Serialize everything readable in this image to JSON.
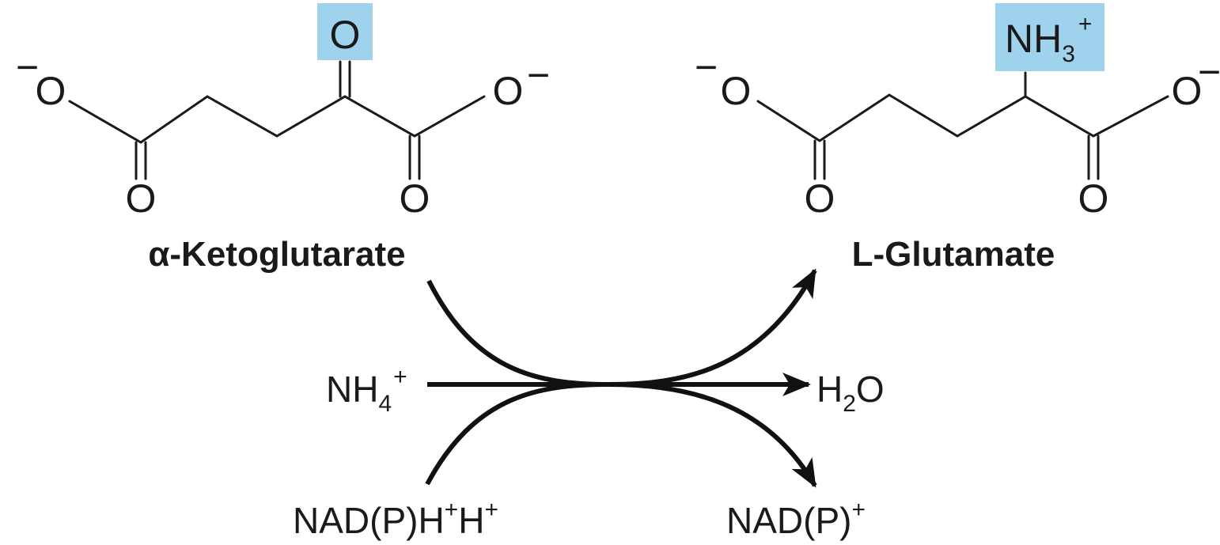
{
  "colors": {
    "highlight": "#9fd2ec",
    "ink": "#1a1a1a"
  },
  "reactant": {
    "name": "α-Ketoglutarate",
    "highlighted_group": "O",
    "left_oxygen": "O",
    "left_charge": "−",
    "right_oxygen": "O",
    "right_charge": "−",
    "carbonyl_left": "O",
    "carbonyl_right": "O"
  },
  "product": {
    "name": "L-Glutamate",
    "highlighted_group": {
      "main": "NH",
      "sub": "3",
      "charge": "+"
    },
    "left_oxygen": "O",
    "left_charge": "−",
    "right_oxygen": "O",
    "right_charge": "−",
    "carbonyl_left": "O",
    "carbonyl_right": "O"
  },
  "inputs": {
    "ammonium": {
      "main": "NH",
      "sub": "4",
      "charge": "+"
    },
    "cofactor": {
      "main": "NAD(P)H",
      "sup1": "+",
      "main2": "H",
      "sup2": "+"
    }
  },
  "outputs": {
    "water": {
      "main": "H",
      "sub": "2",
      "tail": "O"
    },
    "cofactor": {
      "main": "NAD(P)",
      "sup": "+"
    }
  }
}
